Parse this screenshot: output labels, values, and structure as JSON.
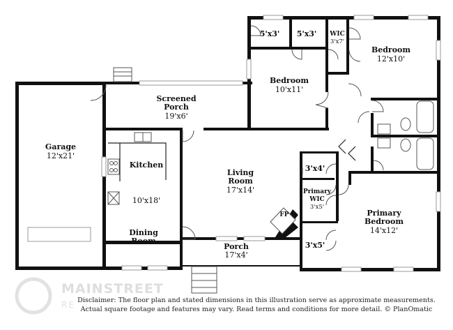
{
  "rooms": {
    "garage": {
      "name": "Garage",
      "dims": "12'x21'"
    },
    "screened_porch": {
      "name_line1": "Screened",
      "name_line2": "Porch",
      "dims": "19'x6'"
    },
    "closet_a": {
      "dims": "5'x3'"
    },
    "closet_b": {
      "dims": "5'x3'"
    },
    "wic": {
      "name": "WIC",
      "dims": "3'x7'"
    },
    "bedroom_top_right": {
      "name": "Bedroom",
      "dims": "12'x10'"
    },
    "bedroom_mid": {
      "name": "Bedroom",
      "dims": "10'x11'"
    },
    "kitchen": {
      "name": "Kitchen",
      "dims": "10'x18'"
    },
    "living_room": {
      "name_line1": "Living",
      "name_line2": "Room",
      "dims": "17'x14'"
    },
    "closet_c": {
      "dims": "3'x4'"
    },
    "primary_wic": {
      "name_line1": "Primary",
      "name_line2": "WIC",
      "dims": "3'x5'"
    },
    "closet_d": {
      "dims": "3'x5'"
    },
    "primary_bedroom": {
      "name_line1": "Primary",
      "name_line2": "Bedroom",
      "dims": "14'x12'"
    },
    "dining_room": {
      "name_line1": "Dining",
      "name_line2": "Room"
    },
    "porch": {
      "name": "Porch",
      "dims": "17'x4'"
    },
    "fireplace": {
      "name": "FP"
    }
  },
  "watermark": {
    "main": "MAINSTREET",
    "sub": "RE"
  },
  "disclaimer": {
    "line1": "Disclaimer: The floor plan and stated dimensions in this illustration serve as approximate measurements.",
    "line2": "Actual square footage and features may vary. Read terms and conditions for more detail. © PlanOmatic"
  }
}
